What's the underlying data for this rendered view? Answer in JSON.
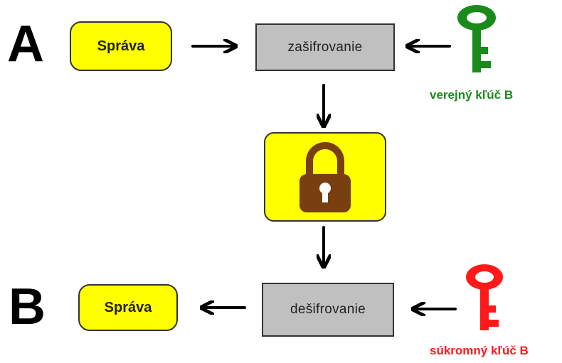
{
  "sender": {
    "letter": "A",
    "message_label": "Správa",
    "process_label": "zašifrovanie"
  },
  "receiver": {
    "letter": "B",
    "message_label": "Správa",
    "process_label": "dešifrovanie"
  },
  "public_key": {
    "label": "verejný kľúč B",
    "color": "#1a8a1a",
    "icon": "key-icon"
  },
  "private_key": {
    "label": "súkromný kľúč B",
    "color": "#ff1a1a",
    "icon": "key-icon"
  },
  "lock": {
    "icon": "padlock-icon",
    "body_color": "#7a3f10",
    "background": "#ffff00"
  },
  "colors": {
    "message_box": "#ffff00",
    "process_box": "#c0c0c0"
  }
}
